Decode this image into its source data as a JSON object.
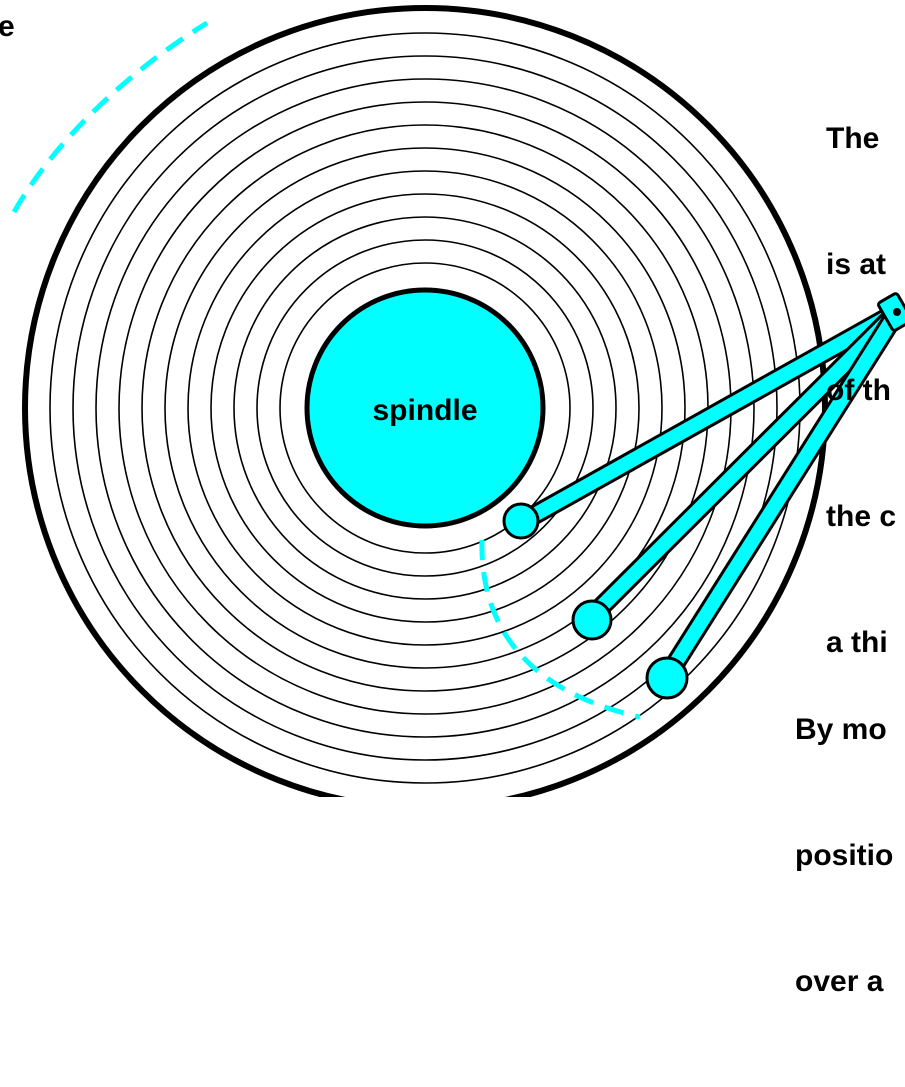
{
  "fragment_topleft": "e",
  "callout_top": [
    "The",
    "is at",
    "of th",
    "the c",
    "a thi"
  ],
  "callout_bottom": [
    "By mo",
    "positio",
    "over a"
  ],
  "spindle_label": "spindle",
  "colors": {
    "accent": "#00ffff",
    "stroke": "#000000",
    "background": "#ffffff"
  },
  "track_count": 11,
  "arm_positions": 3
}
